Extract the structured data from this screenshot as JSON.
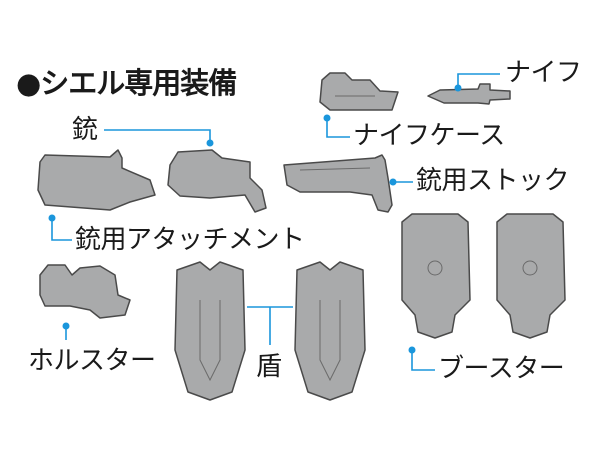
{
  "title": "●シエル専用装備",
  "labels": {
    "knife": "ナイフ",
    "knife_case": "ナイフケース",
    "gun": "銃",
    "gun_stock": "銃用ストック",
    "gun_attachment": "銃用アタッチメント",
    "holster": "ホルスター",
    "shield": "盾",
    "booster": "ブースター"
  },
  "colors": {
    "leader": "#1a96dc",
    "part_fill": "#a9aaab",
    "part_stroke": "#4a4a4a"
  }
}
